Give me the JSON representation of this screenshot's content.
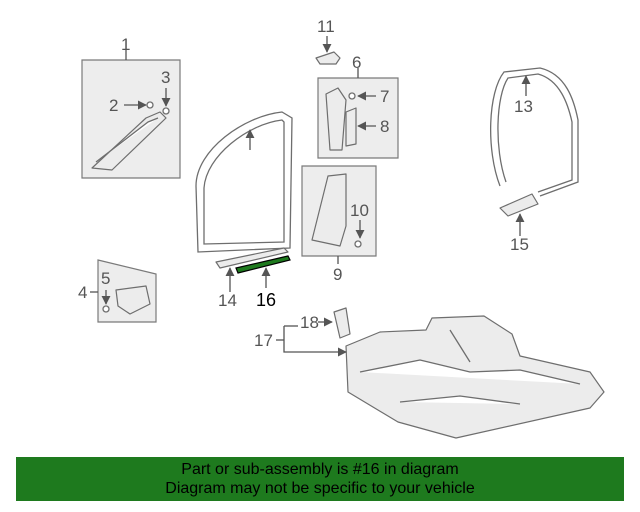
{
  "callouts": {
    "c1": "1",
    "c2": "2",
    "c3": "3",
    "c4": "4",
    "c5": "5",
    "c6": "6",
    "c7": "7",
    "c8": "8",
    "c9": "9",
    "c10": "10",
    "c11": "11",
    "c12": "13",
    "c14": "14",
    "c15": "15",
    "c16": "16",
    "c17": "17",
    "c18": "18"
  },
  "highlight_color": "#1e7a1e",
  "banner": {
    "line1": "Part or sub-assembly is #16 in diagram",
    "line2": "Diagram may not be specific to your vehicle"
  }
}
